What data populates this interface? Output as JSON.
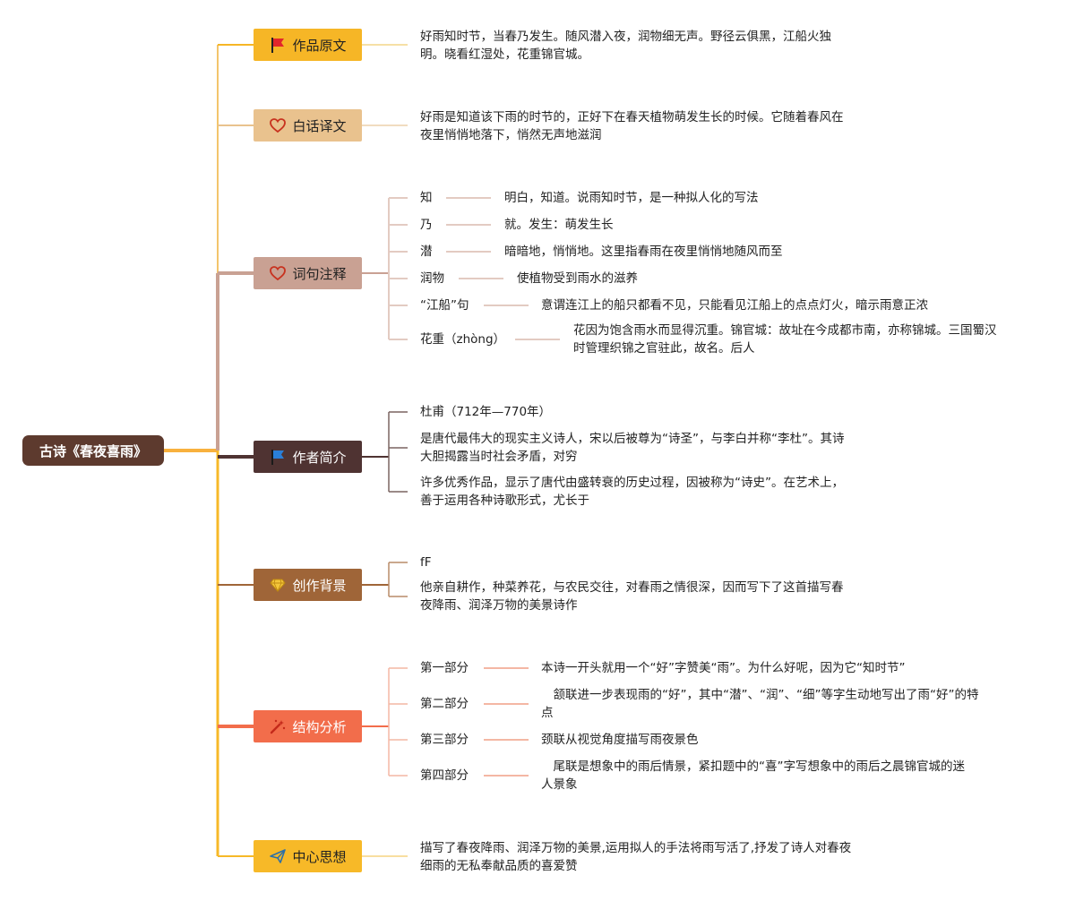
{
  "root": {
    "title": "古诗《春夜喜雨》"
  },
  "branches": [
    {
      "label": "作品原文",
      "icon": "flag-icon",
      "color": "#f6b626"
    },
    {
      "label": "白话译文",
      "icon": "heart-icon",
      "color": "#e9c28e"
    },
    {
      "label": "词句注释",
      "icon": "heart-icon",
      "color": "#c9a193"
    },
    {
      "label": "作者简介",
      "icon": "flag-icon",
      "color": "#4f3332"
    },
    {
      "label": "创作背景",
      "icon": "gem-icon",
      "color": "#9f6538"
    },
    {
      "label": "结构分析",
      "icon": "wand-icon",
      "color": "#f26d4b"
    },
    {
      "label": "中心思想",
      "icon": "paper-plane-icon",
      "color": "#f7b928"
    }
  ],
  "content": {
    "original": [
      "好雨知时节，当春乃发生。随风潜入夜，润物细无声。野径云俱黑，江船火独",
      "明。晓看红湿处，花重锦官城。"
    ],
    "translation": [
      "好雨是知道该下雨的时节的，正好下在春天植物萌发生长的时候。它随着春风在",
      "夜里悄悄地落下，悄然无声地滋润"
    ],
    "notes": [
      {
        "term": "知",
        "lines": [
          "明白，知道。说雨知时节，是一种拟人化的写法"
        ]
      },
      {
        "term": "乃",
        "lines": [
          "就。发生：萌发生长"
        ]
      },
      {
        "term": "潜",
        "lines": [
          "暗暗地，悄悄地。这里指春雨在夜里悄悄地随风而至"
        ]
      },
      {
        "term": "润物",
        "lines": [
          "使植物受到雨水的滋养"
        ]
      },
      {
        "term": "“江船”句",
        "lines": [
          "意谓连江上的船只都看不见，只能看见江船上的点点灯火，暗示雨意正浓"
        ]
      },
      {
        "term": "花重（zhòng）",
        "lines": [
          "花因为饱含雨水而显得沉重。锦官城：故址在今成都市南，亦称锦城。三国蜀汉",
          "时管理织锦之官驻此，故名。后人"
        ]
      }
    ],
    "author": [
      [
        "杜甫（712年—770年）"
      ],
      [
        "是唐代最伟大的现实主义诗人，宋以后被尊为“诗圣”，与李白并称“李杜”。其诗",
        "大胆揭露当时社会矛盾，对穷"
      ],
      [
        "许多优秀作品，显示了唐代由盛转衰的历史过程，因被称为“诗史”。在艺术上，",
        "善于运用各种诗歌形式，尤长于"
      ]
    ],
    "background": [
      [
        "fF"
      ],
      [
        "他亲自耕作，种菜养花，与农民交往，对春雨之情很深，因而写下了这首描写春",
        "夜降雨、润泽万物的美景诗作"
      ]
    ],
    "structure": [
      {
        "term": "第一部分",
        "lines": [
          "本诗一开头就用一个“好”字赞美“雨”。为什么好呢，因为它“知时节”"
        ]
      },
      {
        "term": "第二部分",
        "lines": [
          "　颔联进一步表现雨的“好”，其中“潜”、“润”、“细”等字生动地写出了雨“好”的特",
          "点"
        ]
      },
      {
        "term": "第三部分",
        "lines": [
          "颈联从视觉角度描写雨夜景色"
        ]
      },
      {
        "term": "第四部分",
        "lines": [
          "　尾联是想象中的雨后情景，紧扣题中的“喜”字写想象中的雨后之晨锦官城的迷",
          "人景象"
        ]
      }
    ],
    "theme": [
      "描写了春夜降雨、润泽万物的美景,运用拟人的手法将雨写活了,抒发了诗人对春夜",
      "细雨的无私奉献品质的喜爱赞"
    ]
  }
}
